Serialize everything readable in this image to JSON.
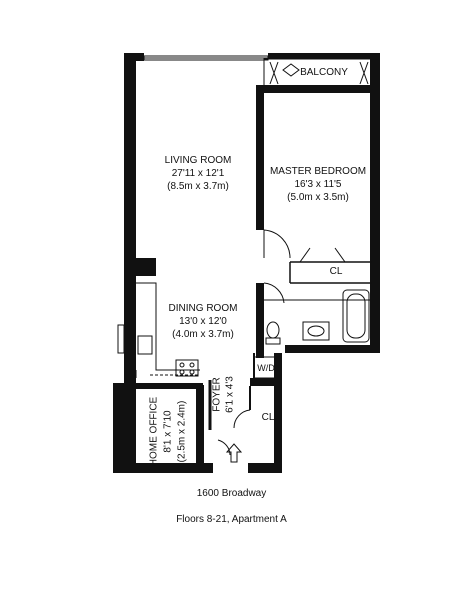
{
  "rooms": {
    "balcony": {
      "name": "BALCONY"
    },
    "living_room": {
      "name": "LIVING ROOM",
      "dims_ft": "27'11 x 12'1",
      "dims_m": "(8.5m x 3.7m)"
    },
    "master_bedroom": {
      "name": "MASTER BEDROOM",
      "dims_ft": "16'3 x 11'5",
      "dims_m": "(5.0m x 3.5m)"
    },
    "dining_room": {
      "name": "DINING ROOM",
      "dims_ft": "13'0 x 12'0",
      "dims_m": "(4.0m x 3.7m)"
    },
    "foyer": {
      "name": "FOYER",
      "dims_ft": "6'1 x 4'3"
    },
    "home_office": {
      "name": "HOME OFFICE",
      "dims_ft": "8'1 x 7'10",
      "dims_m": "(2.5m x 2.4m)"
    }
  },
  "closets": {
    "bedroom_closet": "CL",
    "foyer_closet": "CL",
    "washer_dryer": "W/D"
  },
  "caption": {
    "address": "1600 Broadway",
    "floors": "Floors 8-21, Apartment A"
  }
}
